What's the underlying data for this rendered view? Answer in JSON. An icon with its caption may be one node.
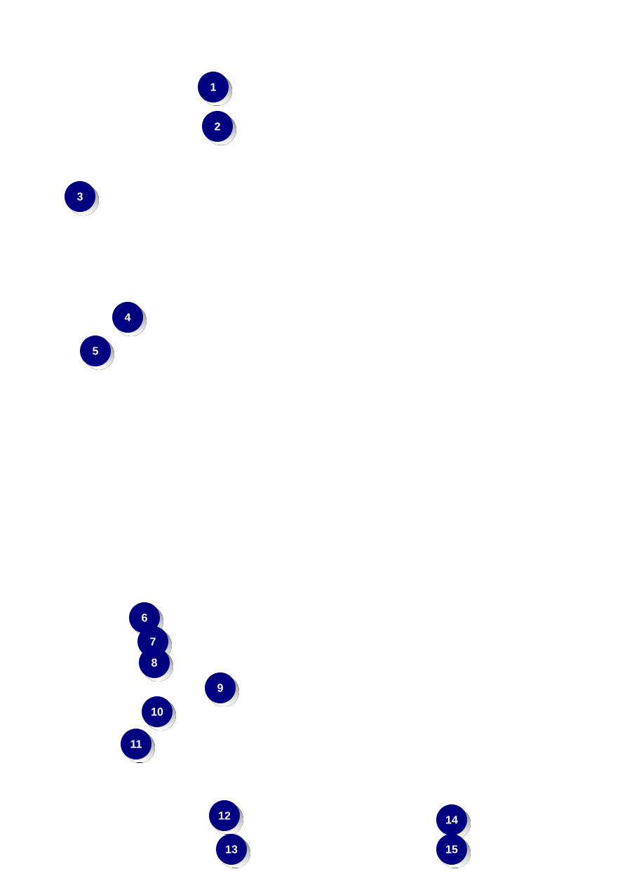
{
  "diagram": {
    "labels": [
      "1",
      "2",
      "3",
      "4",
      "5",
      "6",
      "7",
      "8",
      "9",
      "10",
      "11",
      "12",
      "13",
      "14",
      "15"
    ]
  }
}
